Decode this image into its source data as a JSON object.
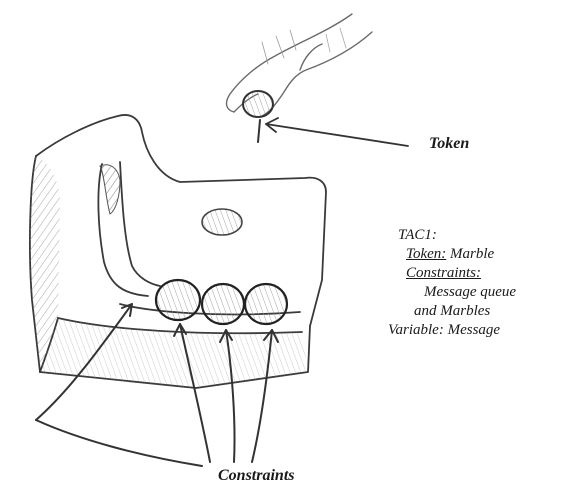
{
  "labels": {
    "token": "Token",
    "constraints": "Constraints"
  },
  "tac": {
    "title": "TAC1:",
    "token_key": "Token:",
    "token_value": " Marble",
    "constraints_key": "Constraints:",
    "constraints_line1": "Message queue",
    "constraints_line2": "and Marbles",
    "variable": "Variable:  Message"
  },
  "colors": {
    "ink": "#1a1a1a",
    "pencil": "#555555",
    "paper": "#ffffff"
  }
}
